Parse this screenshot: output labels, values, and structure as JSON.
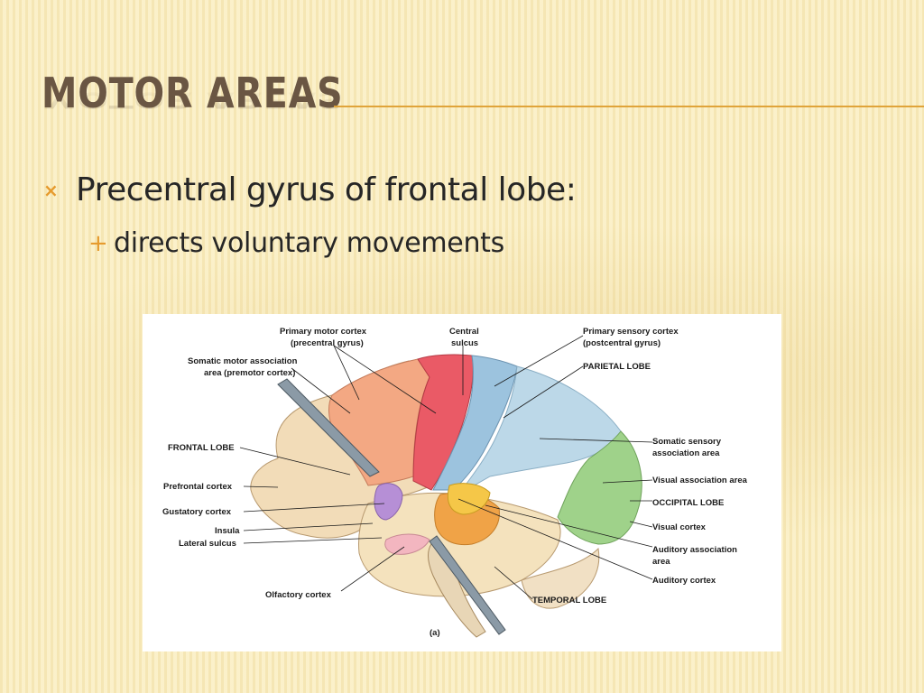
{
  "slide": {
    "title": "MOTOR AREAS",
    "bullets": [
      {
        "text": "Precentral gyrus of frontal lobe:",
        "marker": "×",
        "sub": [
          {
            "text": "directs voluntary movements",
            "marker": "+"
          }
        ]
      }
    ]
  },
  "figure": {
    "caption": "(a)",
    "labels": {
      "primary_motor_1": "Primary motor cortex",
      "primary_motor_2": "(precentral gyrus)",
      "central_sulcus_1": "Central",
      "central_sulcus_2": "sulcus",
      "primary_sensory_1": "Primary sensory cortex",
      "primary_sensory_2": "(postcentral gyrus)",
      "parietal_lobe": "PARIETAL LOBE",
      "somatic_motor_1": "Somatic motor association",
      "somatic_motor_2": "area (premotor cortex)",
      "frontal_lobe": "FRONTAL LOBE",
      "prefrontal": "Prefrontal cortex",
      "gustatory": "Gustatory cortex",
      "insula": "Insula",
      "lateral_sulcus": "Lateral sulcus",
      "olfactory": "Olfactory cortex",
      "somatic_sensory_1": "Somatic sensory",
      "somatic_sensory_2": "association area",
      "visual_assoc": "Visual association area",
      "occipital_lobe": "OCCIPITAL LOBE",
      "visual_cortex": "Visual cortex",
      "auditory_assoc_1": "Auditory association",
      "auditory_assoc_2": "area",
      "auditory_cortex": "Auditory cortex",
      "temporal_lobe": "TEMPORAL LOBE"
    }
  },
  "colors": {
    "title": "#6a5643",
    "accent": "#e69b2e",
    "body_text": "#262626",
    "background": "#fbefc4"
  }
}
